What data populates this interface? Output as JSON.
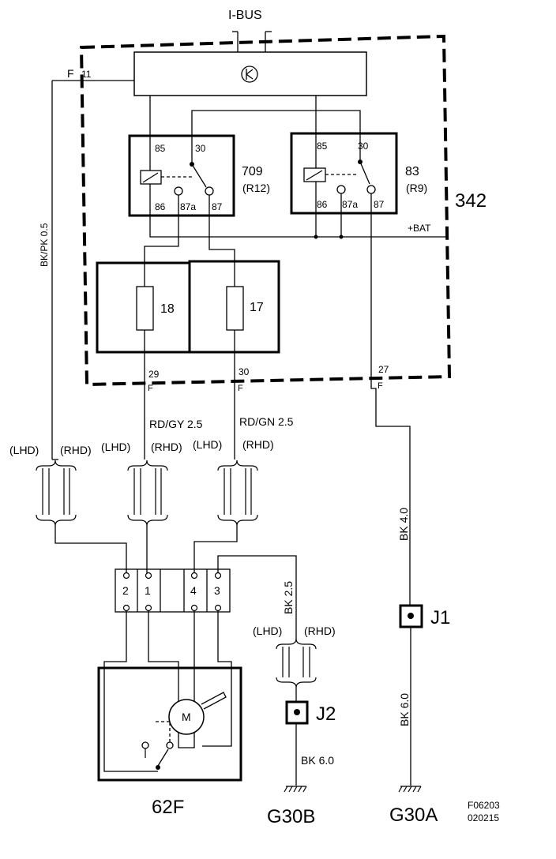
{
  "bus_label": "I-BUS",
  "control_unit": {
    "number": "342",
    "feed_letter": "F",
    "feed_pin": "11"
  },
  "relays": [
    {
      "number": "709",
      "code": "(R12)",
      "pins": [
        "85",
        "30",
        "86",
        "87a",
        "87"
      ]
    },
    {
      "number": "83",
      "code": "(R9)",
      "pins": [
        "85",
        "30",
        "86",
        "87a",
        "87"
      ]
    }
  ],
  "battery_label": "+BAT",
  "fuses": [
    "18",
    "17"
  ],
  "connector_pins": [
    {
      "pin": "29",
      "letter": "F"
    },
    {
      "pin": "30",
      "letter": "F"
    },
    {
      "pin": "27",
      "letter": "F"
    }
  ],
  "wires": {
    "bk_pk": "BK/PK  0.5",
    "rd_gy": "RD/GY  2.5",
    "rd_gn": "RD/GN  2.5",
    "bk_40": "BK  4.0",
    "bk_25": "BK  2.5",
    "bk_60_j1": "BK  6.0",
    "bk_60_j2": "BK    6.0"
  },
  "drive_labels": {
    "lhd": "(LHD)",
    "rhd": "(RHD)"
  },
  "motor_connector_pins": [
    "2",
    "1",
    "4",
    "3"
  ],
  "motor": {
    "symbol": "M",
    "component": "62F"
  },
  "junctions": [
    "J1",
    "J2"
  ],
  "grounds": [
    "G30B",
    "G30A"
  ],
  "figure_code": "F06203",
  "date_code": "020215"
}
